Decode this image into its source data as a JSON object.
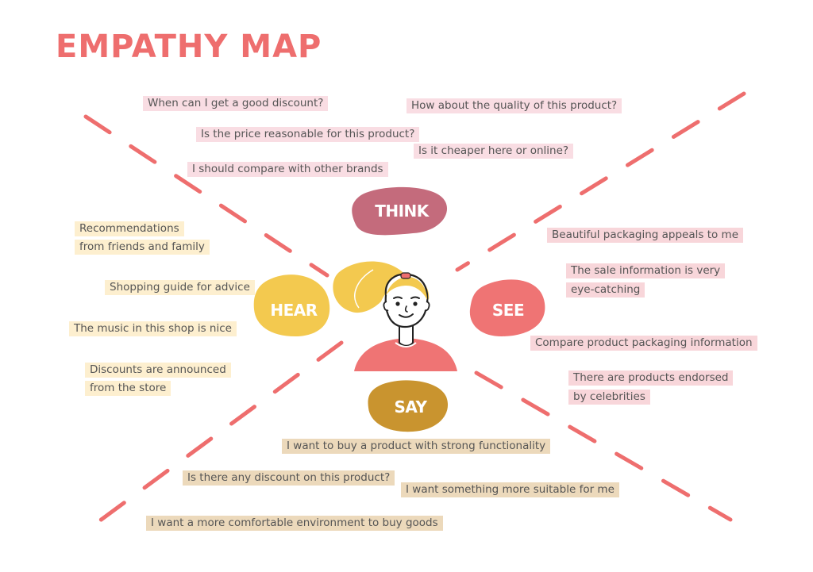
{
  "title": "EMPATHY MAP",
  "colors": {
    "title": "#ee6e6e",
    "dashes": "#ee6e6e",
    "think": "#c46b7c",
    "hear": "#f3c94f",
    "see": "#ef7474",
    "say": "#c9942f",
    "think_note_bg": "#f9dde3",
    "hear_note_bg": "#fdefcf",
    "see_note_bg": "#f8d6da",
    "say_note_bg": "#ecd9bb",
    "hair": "#f3c94f",
    "shirt": "#ef7474"
  },
  "quadrants": {
    "think": {
      "label": "THINK",
      "notes": [
        "When can I get a good discount?",
        "How about the quality of this product?",
        "Is the price reasonable for this product?",
        "Is it cheaper here or online?",
        "I should compare with other brands"
      ]
    },
    "hear": {
      "label": "HEAR",
      "notes": [
        "Recommendations",
        "from friends and family",
        "Shopping guide for advice",
        "The music in this shop is  nice",
        "Discounts are announced",
        "from the store"
      ]
    },
    "see": {
      "label": "SEE",
      "notes": [
        "Beautiful packaging appeals to me",
        "The sale information is very",
        "eye-catching",
        "Compare product packaging information",
        "There are products endorsed",
        "by celebrities"
      ]
    },
    "say": {
      "label": "SAY",
      "notes": [
        "I want to buy a product with strong functionality",
        "Is there any discount on this product?",
        "I want something more suitable for me",
        "I want a more comfortable environment to buy goods"
      ]
    }
  }
}
